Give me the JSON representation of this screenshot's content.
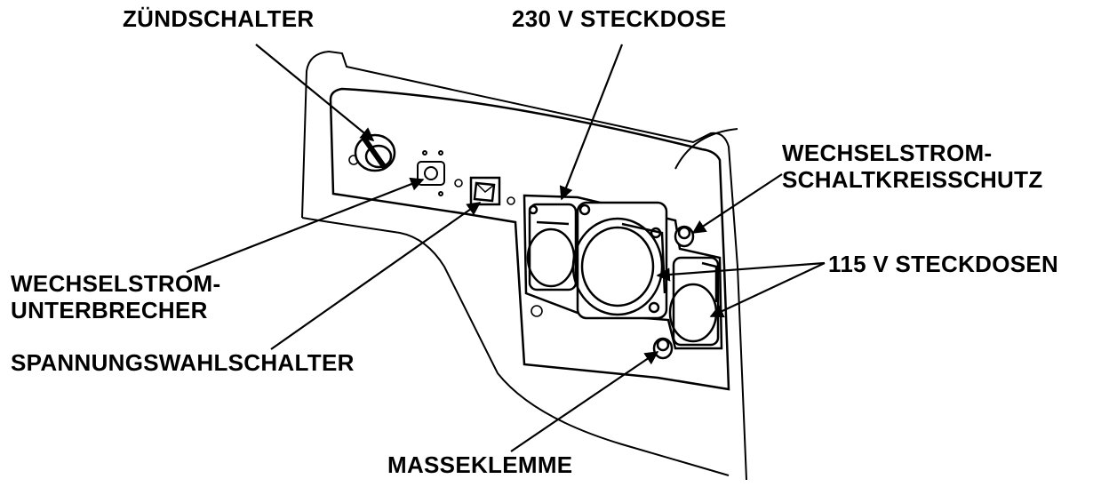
{
  "labels": {
    "zundschalter": "ZÜNDSCHALTER",
    "steckdose_230": "230 V STECKDOSE",
    "schaltkreisschutz_1": "WECHSELSTROM-",
    "schaltkreisschutz_2": "SCHALTKREISSCHUTZ",
    "steckdosen_115": "115 V STECKDOSEN",
    "unterbrecher_1": "WECHSELSTROM-",
    "unterbrecher_2": "UNTERBRECHER",
    "spannungswahlschalter": "SPANNUNGSWAHLSCHALTER",
    "masseklemme": "MASSEKLEMME"
  },
  "colors": {
    "ink": "#000000",
    "background": "#ffffff"
  }
}
